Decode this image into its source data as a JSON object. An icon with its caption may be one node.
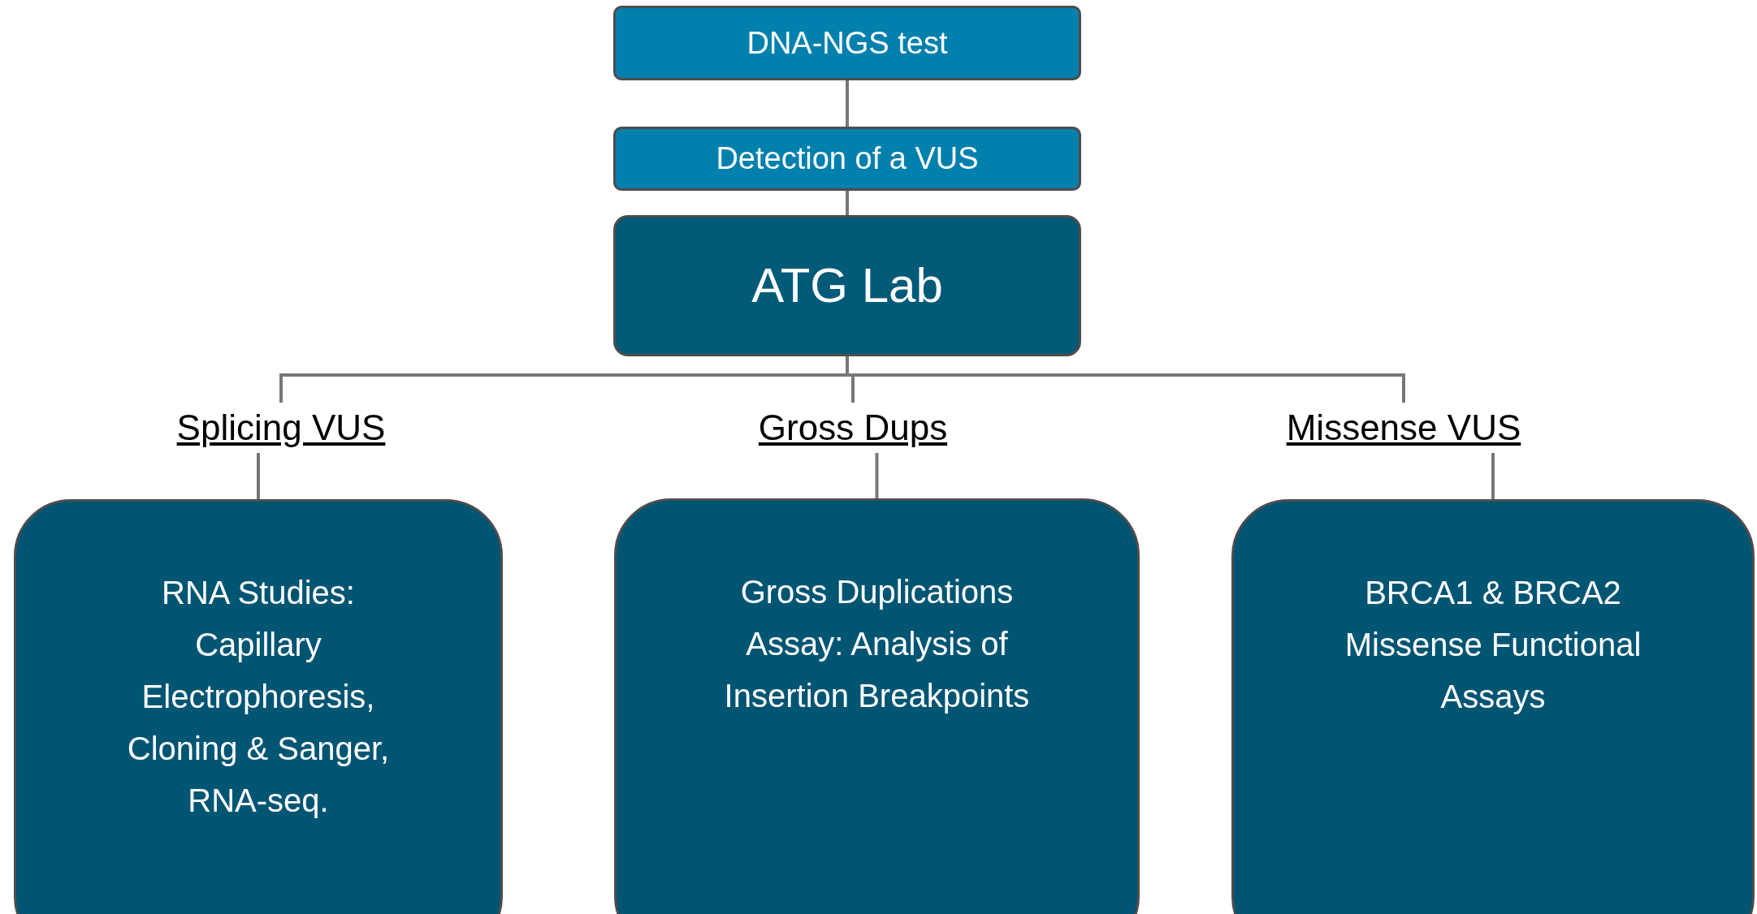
{
  "diagram": {
    "nodes": [
      {
        "text": [
          "DNA-NGS test"
        ]
      },
      {
        "text": [
          "Detection of a VUS"
        ]
      },
      {
        "text": [
          "ATG Lab"
        ]
      },
      {
        "text": [
          "Splicing VUS"
        ]
      },
      {
        "text": [
          "Gross Dups"
        ]
      },
      {
        "text": [
          "Missense VUS"
        ]
      },
      {
        "text": [
          "RNA Studies: Capillary Electrophoresis, Cloning & Sanger, RNA-seq."
        ]
      },
      {
        "text": [
          "Gross Duplications Assay: Analysis of Insertion Breakpoints"
        ]
      },
      {
        "text": [
          "BRCA1 & BRCA2 Missense Functional Assays"
        ]
      }
    ],
    "edges": [
      {
        "from": 0,
        "to": 1,
        "arrow": "none"
      },
      {
        "from": 1,
        "to": 2,
        "arrow": "none"
      },
      {
        "from": 2,
        "to": 3,
        "arrow": "none"
      },
      {
        "from": 2,
        "to": 4,
        "arrow": "none"
      },
      {
        "from": 2,
        "to": 5,
        "arrow": "none"
      },
      {
        "from": 3,
        "to": 6,
        "arrow": "none"
      },
      {
        "from": 4,
        "to": 7,
        "arrow": "none"
      },
      {
        "from": 5,
        "to": 8,
        "arrow": "none"
      }
    ]
  }
}
